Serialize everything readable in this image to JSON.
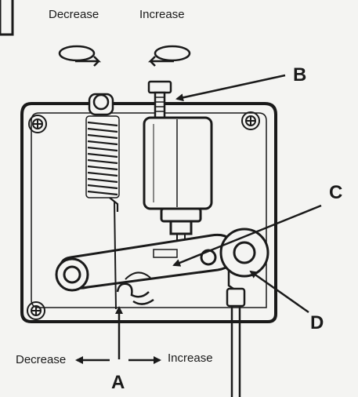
{
  "rotation": {
    "decrease_label": "Decrease",
    "increase_label": "Increase"
  },
  "linear": {
    "decrease_label": "Decrease",
    "increase_label": "Increase"
  },
  "callouts": {
    "a": "A",
    "b": "B",
    "c": "C",
    "d": "D"
  },
  "colors": {
    "ink": "#1a1a1a",
    "paper": "#f4f4f2"
  }
}
